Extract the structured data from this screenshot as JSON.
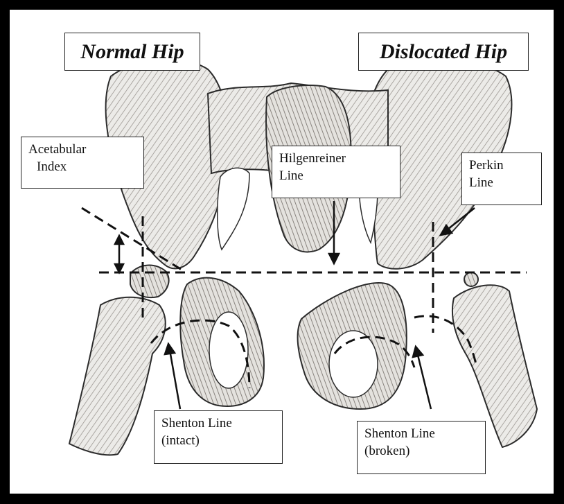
{
  "titles": {
    "normal": "Normal Hip",
    "dislocated": "Dislocated Hip"
  },
  "labels": {
    "acetabular_index": {
      "line1": "Acetabular",
      "line2": "Index"
    },
    "hilgenreiner": {
      "line1": "Hilgenreiner",
      "line2": "Line"
    },
    "perkin": {
      "line1": "Perkin",
      "line2": "Line"
    },
    "shenton_intact": {
      "line1": "Shenton Line",
      "line2": "(intact)"
    },
    "shenton_broken": {
      "line1": "Shenton Line",
      "line2": "(broken)"
    }
  },
  "colors": {
    "frame": "#000000",
    "background": "#ffffff",
    "bone_fill": "#e9e7e4",
    "bone_shade": "#8a8580",
    "outline": "#2b2b2b"
  }
}
